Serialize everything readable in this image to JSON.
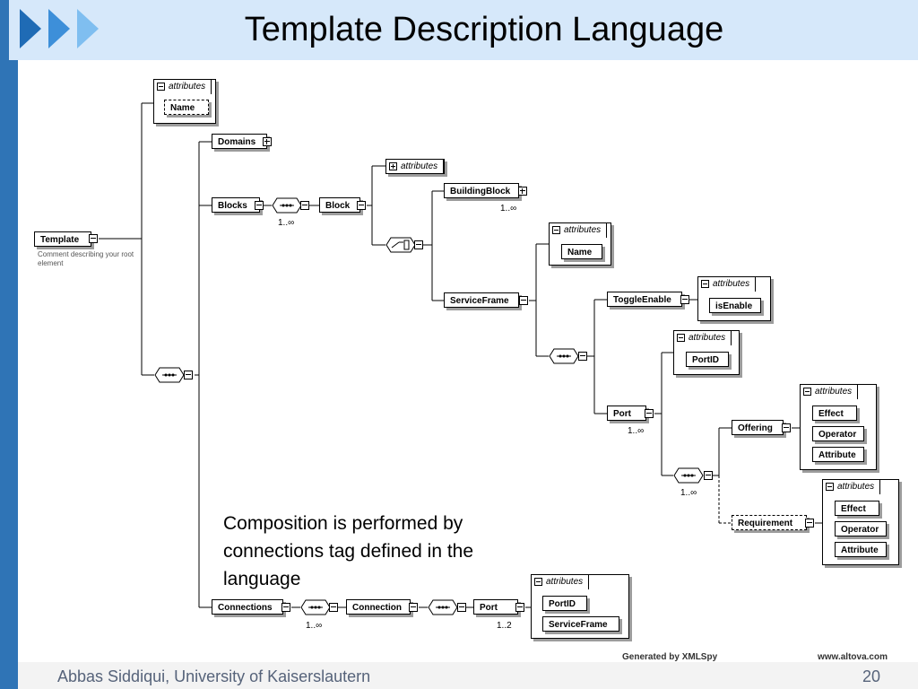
{
  "slide": {
    "title": "Template Description Language",
    "footer_author": "Abbas Siddiqui, University of Kaiserslautern",
    "page_number": "20",
    "generated_by": "Generated by XMLSpy",
    "site": "www.altova.com",
    "note": "Composition is performed by connections tag defined in the language"
  },
  "schema": {
    "root": "Template",
    "root_comment": "Comment describing your root element",
    "attributes_label": "attributes",
    "template_attr": "Name",
    "domains": "Domains",
    "blocks": "Blocks",
    "block": "Block",
    "building_block": "BuildingBlock",
    "service_frame": "ServiceFrame",
    "service_frame_attr": "Name",
    "toggle_enable": "ToggleEnable",
    "toggle_attr": "isEnable",
    "port": "Port",
    "port_attr": "PortID",
    "offering": "Offering",
    "requirement": "Requirement",
    "offering_attrs": [
      "Effect",
      "Operator",
      "Attribute"
    ],
    "requirement_attrs": [
      "Effect",
      "Operator",
      "Attribute"
    ],
    "connections": "Connections",
    "connection": "Connection",
    "conn_port": "Port",
    "conn_port_attrs": [
      "PortID",
      "ServiceFrame"
    ],
    "card_many": "1..∞",
    "card_two": "1..2"
  }
}
